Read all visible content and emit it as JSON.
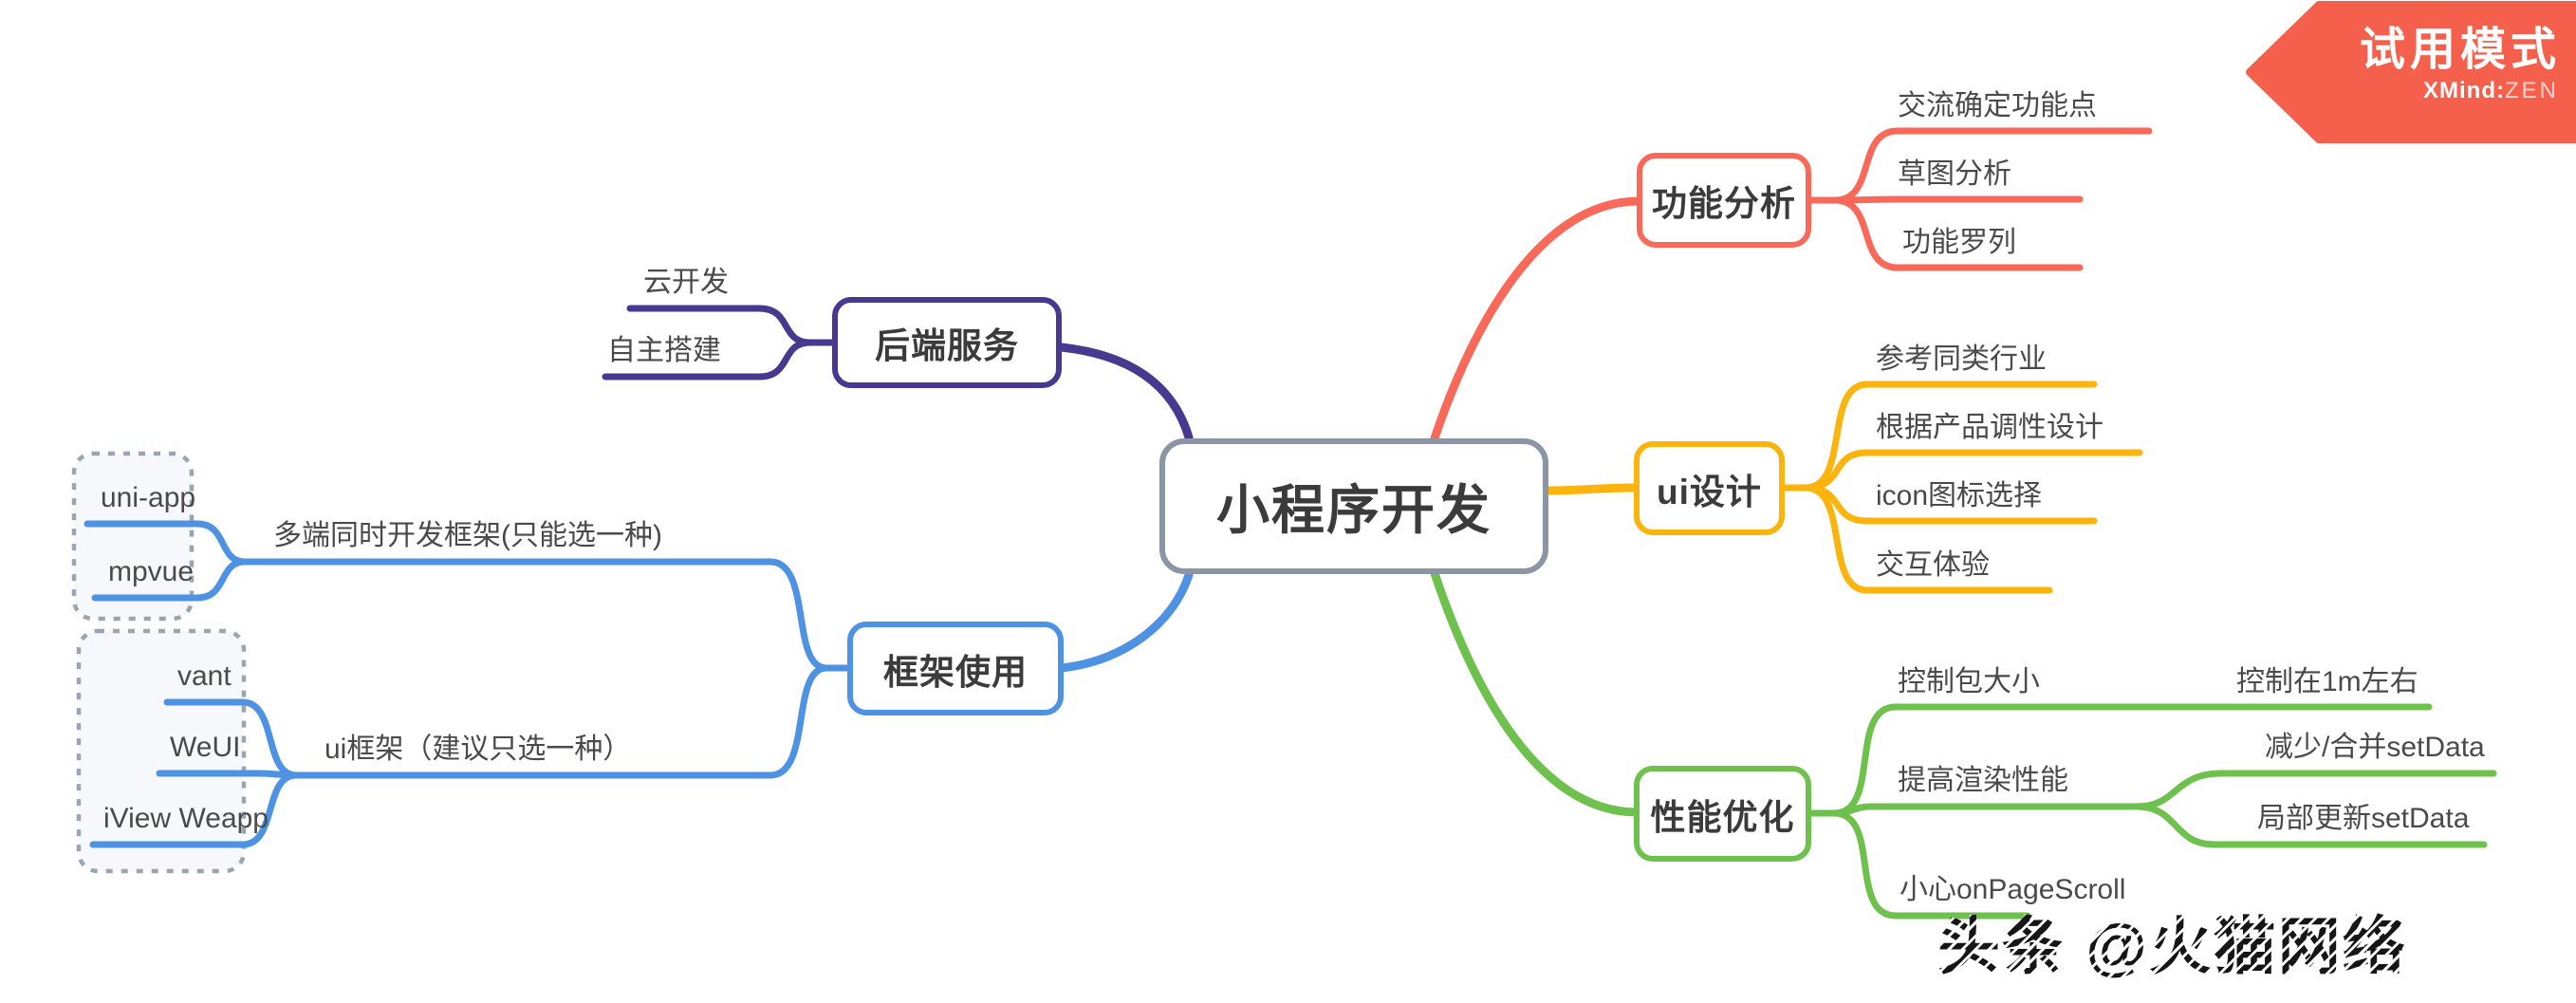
{
  "page": {
    "background": "#FFFFFF"
  },
  "trial_banner": {
    "title": "试用模式",
    "brand_name": "XMind",
    "brand_separator": ":",
    "brand_edition": "ZEN"
  },
  "watermark": {
    "text": "头条 @火猫网络"
  },
  "colors": {
    "branch_red": "#F9695A",
    "branch_yellow": "#FBB40E",
    "branch_green": "#6FC14D",
    "branch_purple": "#46398F",
    "branch_blue": "#4E92E3",
    "central_border": "#8B95A3",
    "topic_fill": "#FFFFFF",
    "topic_text": "#3B3B3B",
    "leaf_text": "#4A4A4A",
    "boundary_border": "#9AA5B1",
    "boundary_fill": "#F6F8FB",
    "banner_red": "#F4604C",
    "banner_text": "#FFFFFF"
  },
  "mindmap": {
    "central_topic": {
      "label": "小程序开发"
    },
    "branches": [
      {
        "label": "功能分析",
        "children": [
          {
            "label": "交流确定功能点"
          },
          {
            "label": "草图分析"
          },
          {
            "label": "功能罗列"
          }
        ]
      },
      {
        "label": "ui设计",
        "children": [
          {
            "label": "参考同类行业"
          },
          {
            "label": "根据产品调性设计"
          },
          {
            "label": "icon图标选择"
          },
          {
            "label": "交互体验"
          }
        ]
      },
      {
        "label": "性能优化",
        "children": [
          {
            "label": "控制包大小",
            "children": [
              {
                "label": "控制在1m左右"
              }
            ]
          },
          {
            "label": "提高渲染性能",
            "children": [
              {
                "label": "减少/合并setData"
              },
              {
                "label": "局部更新setData"
              }
            ]
          },
          {
            "label": "小心onPageScroll"
          }
        ]
      },
      {
        "label": "后端服务",
        "children": [
          {
            "label": "云开发"
          },
          {
            "label": "自主搭建"
          }
        ]
      },
      {
        "label": "框架使用",
        "children": [
          {
            "label": "多端同时开发框架(只能选一种)",
            "children": [
              {
                "label": "uni-app"
              },
              {
                "label": "mpvue"
              }
            ]
          },
          {
            "label": "ui框架（建议只选一种）",
            "children": [
              {
                "label": "vant"
              },
              {
                "label": "WeUI"
              },
              {
                "label": "iView Weapp"
              }
            ]
          }
        ]
      }
    ]
  }
}
